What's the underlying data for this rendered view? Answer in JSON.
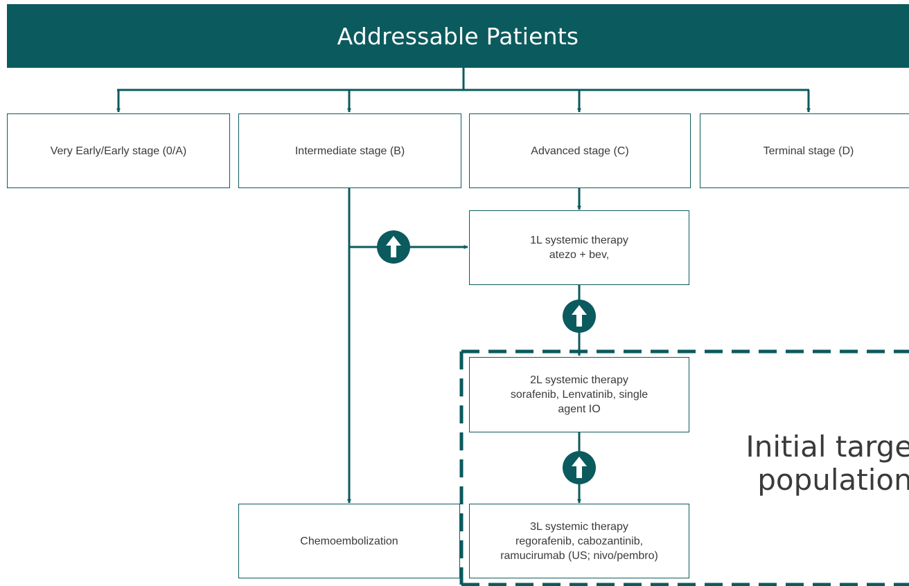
{
  "header": {
    "title": "Addressable Patients"
  },
  "stages": [
    {
      "label": "Very Early/Early stage (0/A)"
    },
    {
      "label": "Intermediate stage (B)"
    },
    {
      "label": "Advanced stage (C)"
    },
    {
      "label": "Terminal stage (D)"
    }
  ],
  "therapies": [
    {
      "line1": "1L systemic therapy",
      "line2": "atezo + bev,",
      "line3": ""
    },
    {
      "line1": "2L systemic therapy",
      "line2": "sorafenib, Lenvatinib, single",
      "line3": "agent IO"
    },
    {
      "line1": "3L systemic therapy",
      "line2": "regorafenib, cabozantinib,",
      "line3": "ramucirumab (US; nivo/pembro)"
    }
  ],
  "chemo": {
    "label": "Chemoembolization"
  },
  "target": {
    "line1": "Initial target",
    "line2": "population"
  },
  "colors": {
    "teal": "#0b5a5e",
    "text": "#3a3a3a"
  }
}
